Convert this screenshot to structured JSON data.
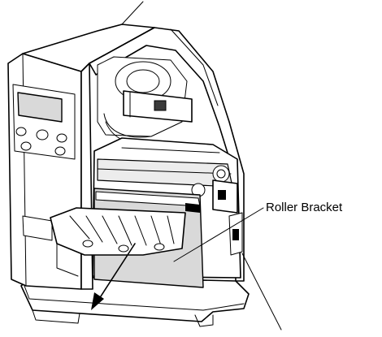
{
  "diagram": {
    "callout_label": "Roller Bracket",
    "colors": {
      "line": "#000000",
      "body_fill": "#ffffff",
      "bracket_fill": "#d9d9d9",
      "display_fill": "#d9d9d9"
    },
    "icons": {
      "printer": "printer-illustration",
      "arrow": "pull-direction-arrow"
    }
  }
}
